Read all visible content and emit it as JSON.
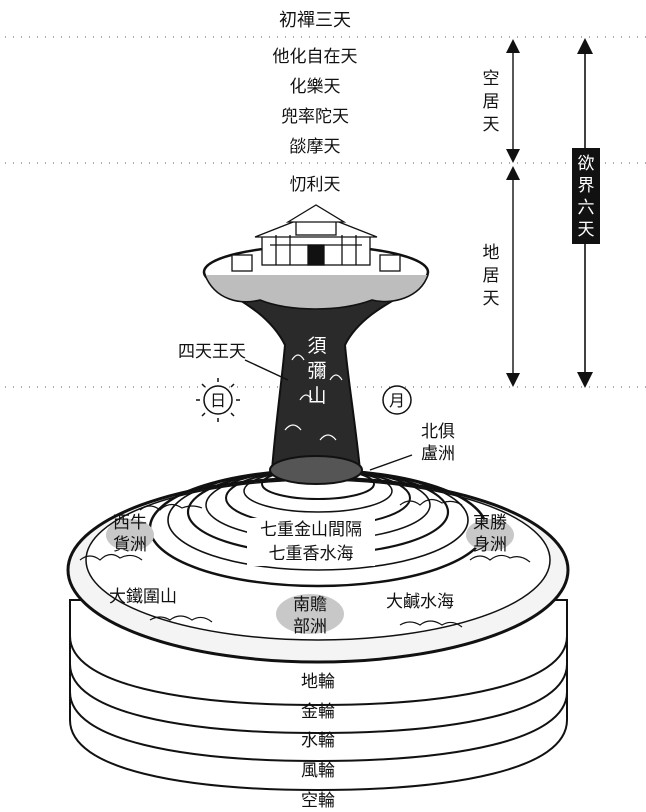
{
  "heavens": {
    "top": "初禪三天",
    "sky_dwelling": [
      "他化自在天",
      "化樂天",
      "兜率陀天",
      "燄摩天"
    ],
    "earth_dwelling": [
      "忉利天"
    ],
    "sky_dwelling_label": [
      "空",
      "居",
      "天"
    ],
    "earth_dwelling_label": [
      "地",
      "居",
      "天"
    ],
    "desire_realm_label": [
      "欲",
      "界",
      "六",
      "天"
    ]
  },
  "mountain": {
    "sumeru": [
      "須",
      "彌",
      "山"
    ],
    "four_kings": "四天王天",
    "sun": "日",
    "moon": "月"
  },
  "continents": {
    "north": [
      "北俱",
      "盧洲"
    ],
    "west": [
      "西牛",
      "貨洲"
    ],
    "east": [
      "東勝",
      "身洲"
    ],
    "south": [
      "南贍",
      "部洲"
    ]
  },
  "seas": {
    "inner": [
      "七重金山間隔",
      "七重香水海"
    ],
    "outer": "大鹹水海",
    "iron_mountain": "大鐵圍山"
  },
  "layers": [
    "地輪",
    "金輪",
    "水輪",
    "風輪",
    "空輪"
  ],
  "colors": {
    "ink": "#111111",
    "continent_fill": "#c8c8c8",
    "background": "#ffffff"
  }
}
